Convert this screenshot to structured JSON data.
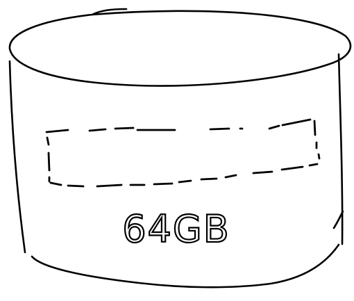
{
  "diagram": {
    "shape": "cylinder",
    "capacity_label": "64GB",
    "placeholder": "dashed-rectangle",
    "stroke_color": "#000000",
    "background_color": "#ffffff"
  }
}
